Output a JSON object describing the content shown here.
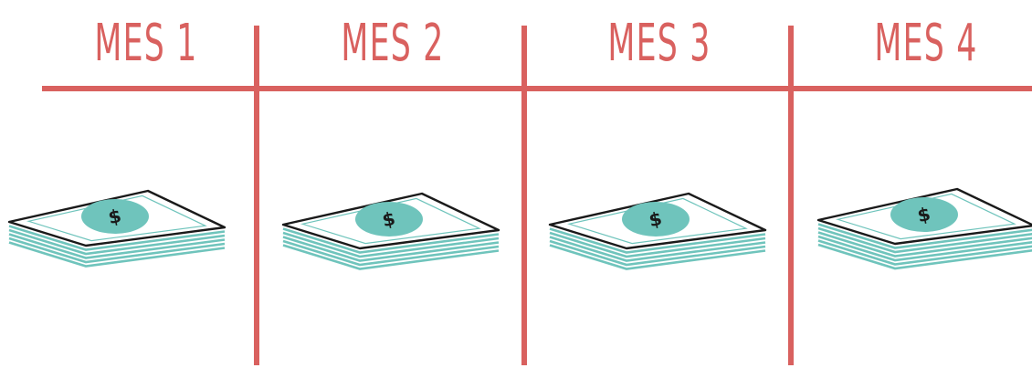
{
  "colors": {
    "accent": "#d9615f",
    "teal": "#6fc4bc",
    "bill": "#ffffff",
    "ink": "#1a1a1a"
  },
  "months": [
    {
      "label": "MES 1",
      "stack_layers": 5,
      "currency_symbol": "$"
    },
    {
      "label": "MES 2",
      "stack_layers": 5,
      "currency_symbol": "$"
    },
    {
      "label": "MES 3",
      "stack_layers": 5,
      "currency_symbol": "$"
    },
    {
      "label": "MES 4",
      "stack_layers": 6,
      "currency_symbol": "$"
    }
  ]
}
